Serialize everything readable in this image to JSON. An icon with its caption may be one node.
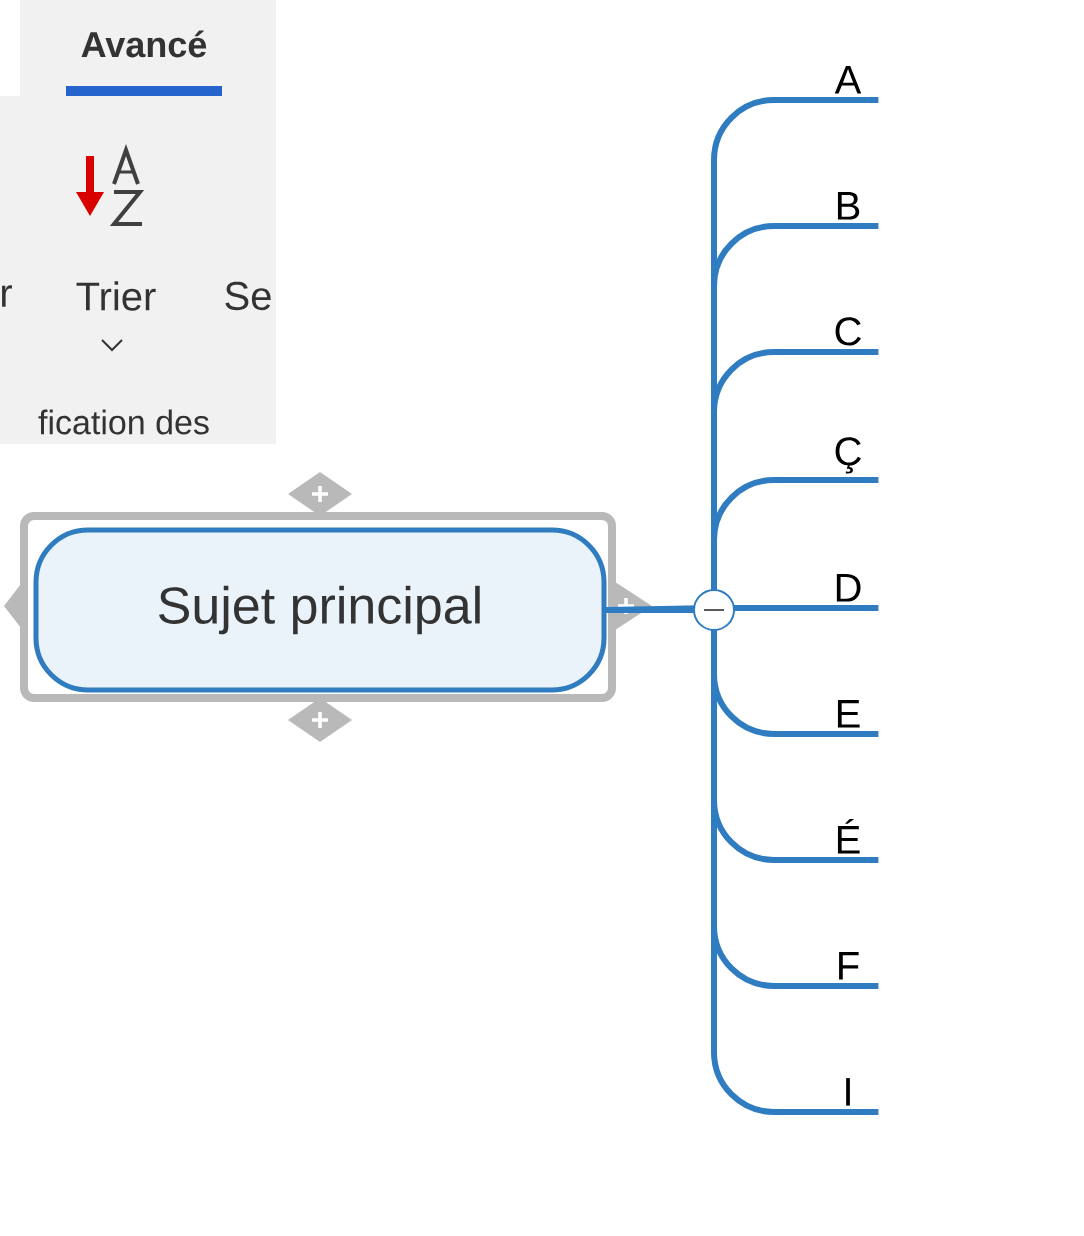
{
  "diagram": {
    "nodes": [
      {
        "text": [
          "Sujet principal"
        ]
      },
      {
        "text": [
          "A"
        ]
      },
      {
        "text": [
          "B"
        ]
      },
      {
        "text": [
          "C"
        ]
      },
      {
        "text": [
          "Ç"
        ]
      },
      {
        "text": [
          "D"
        ]
      },
      {
        "text": [
          "E"
        ]
      },
      {
        "text": [
          "É"
        ]
      },
      {
        "text": [
          "F"
        ]
      },
      {
        "text": [
          "I"
        ]
      }
    ],
    "edges": [
      {
        "from": 0,
        "to": 1,
        "arrow": "none"
      },
      {
        "from": 0,
        "to": 2,
        "arrow": "none"
      },
      {
        "from": 0,
        "to": 3,
        "arrow": "none"
      },
      {
        "from": 0,
        "to": 4,
        "arrow": "none"
      },
      {
        "from": 0,
        "to": 5,
        "arrow": "none"
      },
      {
        "from": 0,
        "to": 6,
        "arrow": "none"
      },
      {
        "from": 0,
        "to": 7,
        "arrow": "none"
      },
      {
        "from": 0,
        "to": 8,
        "arrow": "none"
      },
      {
        "from": 0,
        "to": 9,
        "arrow": "none"
      }
    ],
    "labels": [
      "Avancé",
      "r",
      "Trier",
      "Se",
      "fication des"
    ]
  }
}
